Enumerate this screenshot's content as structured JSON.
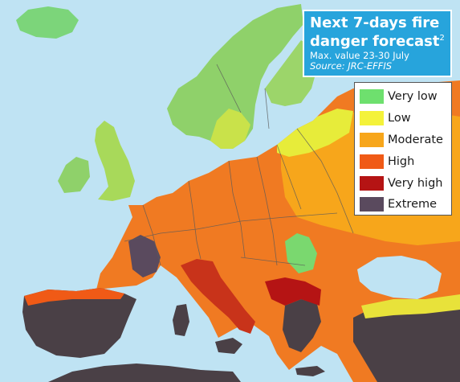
{
  "title": {
    "line1": "Next 7-days fire",
    "line2": "danger forecast",
    "footnote": "2",
    "subtitle": "Max. value 23-30 July",
    "source": "Source: JRC-EFFIS"
  },
  "legend": {
    "items": [
      {
        "label": "Very low",
        "color": "#6ee06e"
      },
      {
        "label": "Low",
        "color": "#f4f23a"
      },
      {
        "label": "Moderate",
        "color": "#f7a61b"
      },
      {
        "label": "High",
        "color": "#f05a16"
      },
      {
        "label": "Very high",
        "color": "#b51414"
      },
      {
        "label": "Extreme",
        "color": "#5a4a5e"
      }
    ]
  },
  "colors": {
    "sea": "#bfe3f3",
    "title_box": "#27a4dc",
    "no_data_land": "#d9d3c4"
  }
}
